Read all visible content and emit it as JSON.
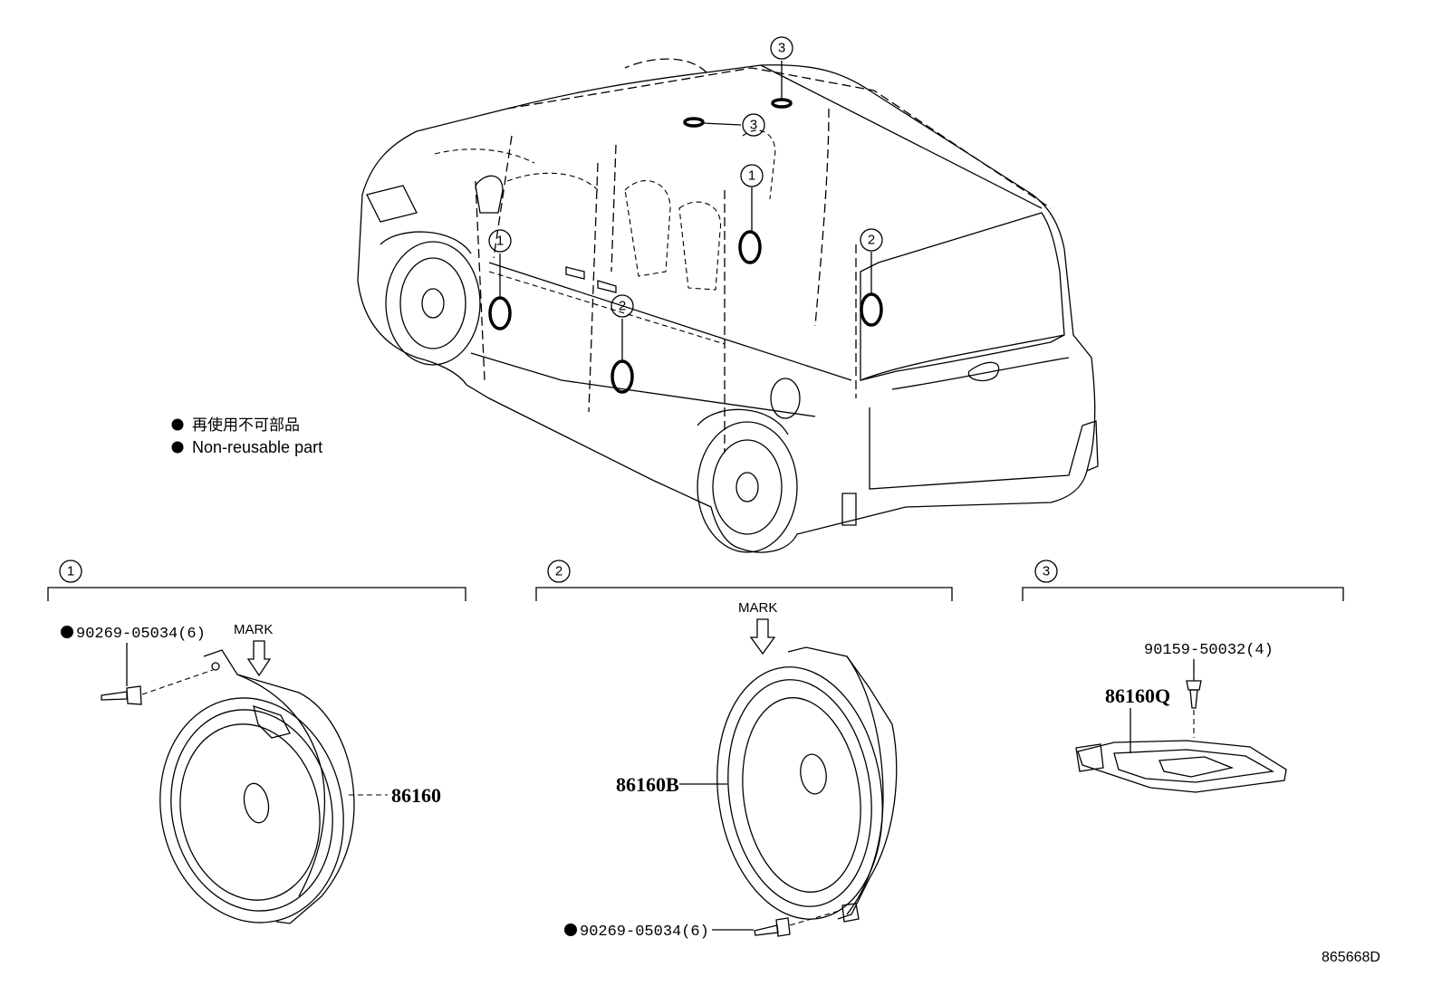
{
  "legend": {
    "japanese": "再使用不可部品",
    "english": "Non-reusable part"
  },
  "callout_numbers": [
    "1",
    "2",
    "3"
  ],
  "sections": [
    {
      "number": "1",
      "mark_label": "MARK",
      "parts": [
        {
          "number": "90269-05034(6)",
          "non_reusable": true
        },
        {
          "number": "86160",
          "non_reusable": false
        }
      ]
    },
    {
      "number": "2",
      "mark_label": "MARK",
      "parts": [
        {
          "number": "86160B",
          "non_reusable": false
        },
        {
          "number": "90269-05034(6)",
          "non_reusable": true
        }
      ]
    },
    {
      "number": "3",
      "parts": [
        {
          "number": "90159-50032(4)",
          "non_reusable": false
        },
        {
          "number": "86160Q",
          "non_reusable": false
        }
      ]
    }
  ],
  "reference_code": "865668D"
}
